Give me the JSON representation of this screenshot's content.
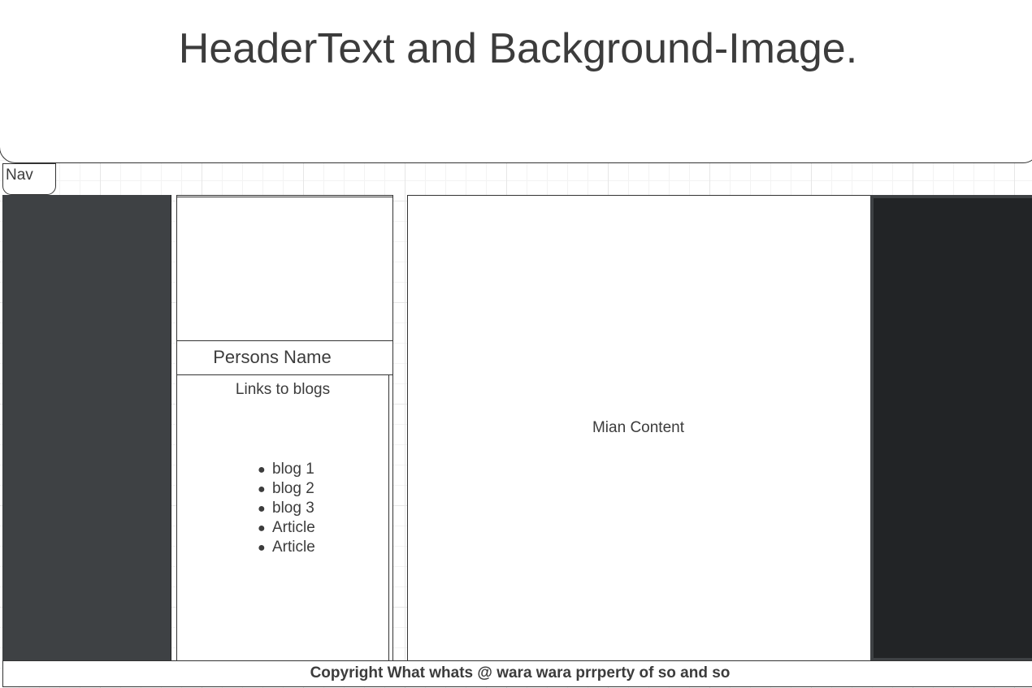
{
  "header": {
    "text": "HeaderText and Background-Image."
  },
  "nav": {
    "label": "Nav"
  },
  "profile": {
    "name": "Persons Name",
    "links_title": "Links to blogs",
    "links": [
      "blog 1",
      "blog 2",
      "blog 3",
      "Article",
      "Article"
    ],
    "bullet": "●"
  },
  "main": {
    "text": "Mian Content"
  },
  "footer": {
    "text": "Copyright What whats @ wara wara prrperty of so and so"
  },
  "colors": {
    "left_panel": "#3e4144",
    "right_panel": "#222426",
    "right_panel_border": "#3e4144",
    "text": "#3c3c3c",
    "border": "#333333"
  }
}
